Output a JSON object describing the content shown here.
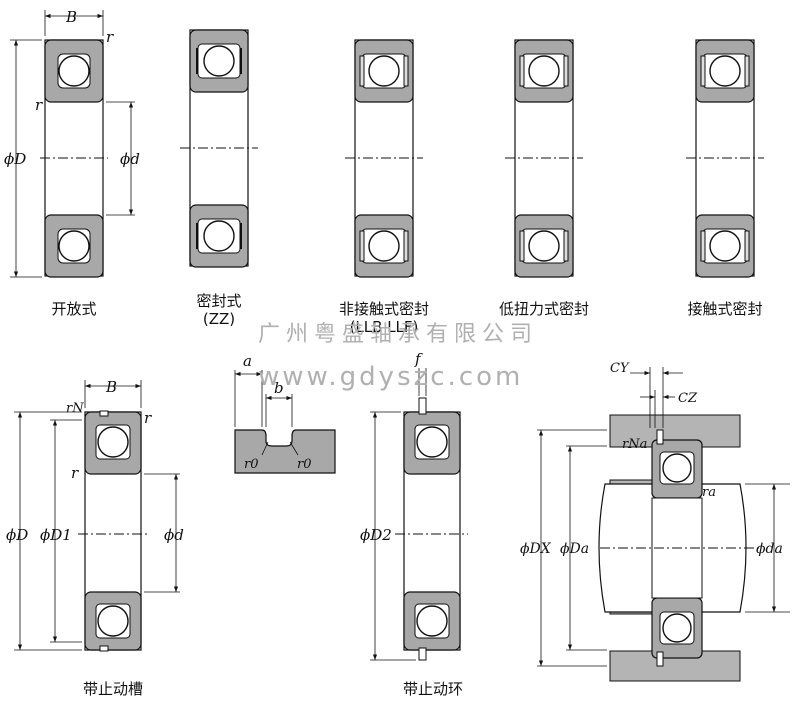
{
  "captions": {
    "open": "开放式",
    "shielded": "密封式",
    "shielded_code": "(ZZ)",
    "non_contact": "非接触式密封",
    "non_contact_code": "(LLB LLF)",
    "low_torque": "低扭力式密封",
    "contact": "接触式密封",
    "snap_groove": "带止动槽",
    "snap_ring": "带止动环"
  },
  "watermark": {
    "company": "广州粤盛轴承有限公司",
    "url": "www.gdyszc.com"
  },
  "symbols": {
    "B": "B",
    "r": "r",
    "phiD": "ϕD",
    "phid": "ϕd",
    "rN": "rN",
    "phiD1": "ϕD1",
    "a": "a",
    "b": "b",
    "r0": "r0",
    "f": "f",
    "phiD2": "ϕD2",
    "CY": "CY",
    "CZ": "CZ",
    "rNa": "rNa",
    "ra": "ra",
    "phiDX": "ϕDX",
    "phiDa": "ϕDa",
    "phida": "ϕda"
  },
  "colors": {
    "ring": "#a8a8a8",
    "housing": "#b4b4b4",
    "line": "#111111",
    "ball": "#ffffff"
  }
}
